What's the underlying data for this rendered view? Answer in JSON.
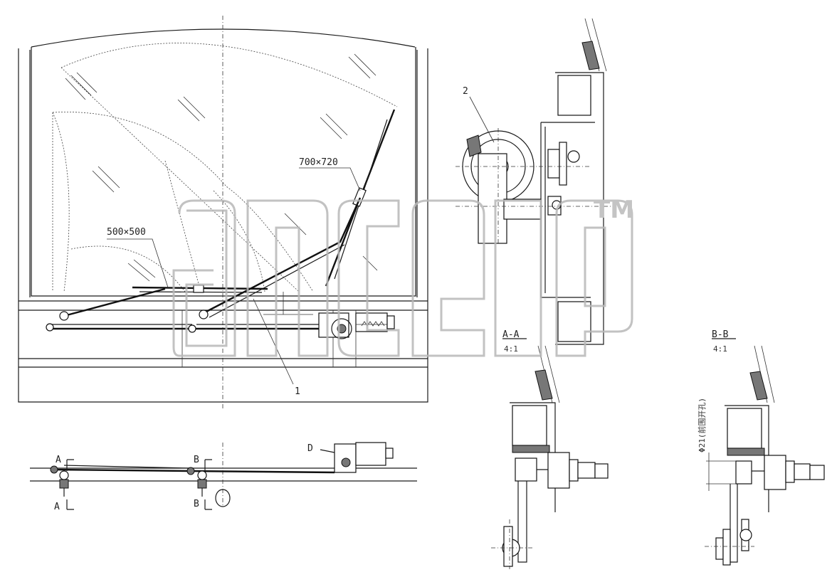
{
  "diagram": {
    "labels": {
      "callout_2": "2",
      "callout_1": "1",
      "dim_700x720": "700×720",
      "dim_500x500": "500×500",
      "section_marker_a_top": "A",
      "section_marker_a_bottom": "A",
      "section_marker_b_top": "B",
      "section_marker_b_bottom": "B",
      "view_marker_d": "D",
      "section_a_title": "A-A",
      "section_a_scale": "4:1",
      "section_b_title": "B-B",
      "section_b_scale": "4:1",
      "hole_note": "Φ21(前围开孔)"
    },
    "watermark": {
      "trademark": "TM"
    }
  }
}
